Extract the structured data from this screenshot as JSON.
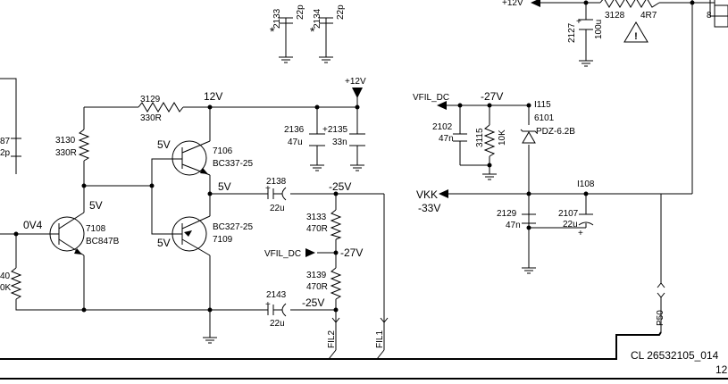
{
  "net_labels": {
    "v12_top": "12V",
    "plus12_rail": "+12V",
    "plus12_topright": "+12V",
    "v5_7106_base": "5V",
    "v5_out": "5V",
    "v5_7108": "5V",
    "v5_7109_base": "5V",
    "v04": "0V4",
    "minus25_top": "-25V",
    "minus25_bottom": "-25V",
    "minus27_mid": "-27V",
    "minus27_right": "-27V",
    "vfil_dc_mid": "VFIL_DC",
    "vfil_dc_right": "VFIL_DC",
    "vkk": "VKK",
    "minus33": "-33V",
    "fil1": "FIL1",
    "fil2": "FIL2",
    "p50": "P50",
    "pin8": "8"
  },
  "components": {
    "r3129": {
      "ref": "3129",
      "value": "330R"
    },
    "r3130": {
      "ref": "3130",
      "value": "330R"
    },
    "r3133": {
      "ref": "3133",
      "value": "470R"
    },
    "r3139": {
      "ref": "3139",
      "value": "470R"
    },
    "r3115": {
      "ref": "3115",
      "value": "10K"
    },
    "r3128": {
      "ref": "3128",
      "value": "4R7"
    },
    "c2136": {
      "ref": "2136",
      "value": "47u"
    },
    "c2135": {
      "ref": "+2135",
      "value": "33n"
    },
    "c2138": {
      "ref": "2138",
      "value": "22u"
    },
    "c2143": {
      "ref": "2143",
      "value": "22u"
    },
    "c2102": {
      "ref": "2102",
      "value": "47n"
    },
    "c2129": {
      "ref": "2129",
      "value": "47n"
    },
    "c2107": {
      "ref": "2107",
      "value": "22u"
    },
    "c2127": {
      "ref": "2127",
      "value": "100u"
    },
    "c2133": {
      "ref": "2133",
      "value": "22p",
      "mark": "*"
    },
    "c2134": {
      "ref": "2134",
      "value": "22p",
      "mark": "*"
    },
    "q7106": {
      "ref": "7106",
      "type": "BC337-25"
    },
    "q7109": {
      "ref": "7109",
      "type": "BC327-25"
    },
    "q7108": {
      "ref": "7108",
      "type": "BC847B"
    },
    "d6101": {
      "ref": "6101",
      "type": "PDZ-6.2B"
    },
    "tp_i115": "I115",
    "tp_i108": "I108"
  },
  "partial_labels": {
    "left_87": "87",
    "left_2p": "2p",
    "left_40": "40",
    "left_0k": "0K",
    "right_12": "12"
  },
  "footer": {
    "code": "CL 26532105_014"
  }
}
